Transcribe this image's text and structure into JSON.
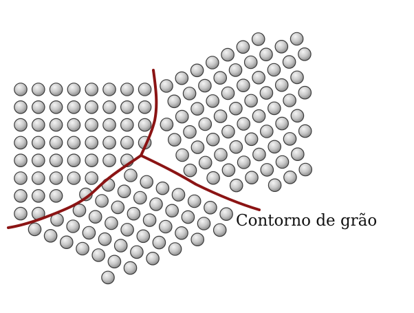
{
  "diagram": {
    "label": "Contorno de grão",
    "colors": {
      "boundary": "#8b1414",
      "atom_outline": "#3a3a3a",
      "atom_fill_light": "#f4f4f4",
      "atom_fill_dark": "#8a8a8a",
      "background": "#ffffff"
    },
    "grains": [
      {
        "name": "left-grain",
        "lattice": "square"
      },
      {
        "name": "right-grain",
        "lattice": "rotated"
      },
      {
        "name": "bottom-grain",
        "lattice": "rotated"
      }
    ]
  }
}
